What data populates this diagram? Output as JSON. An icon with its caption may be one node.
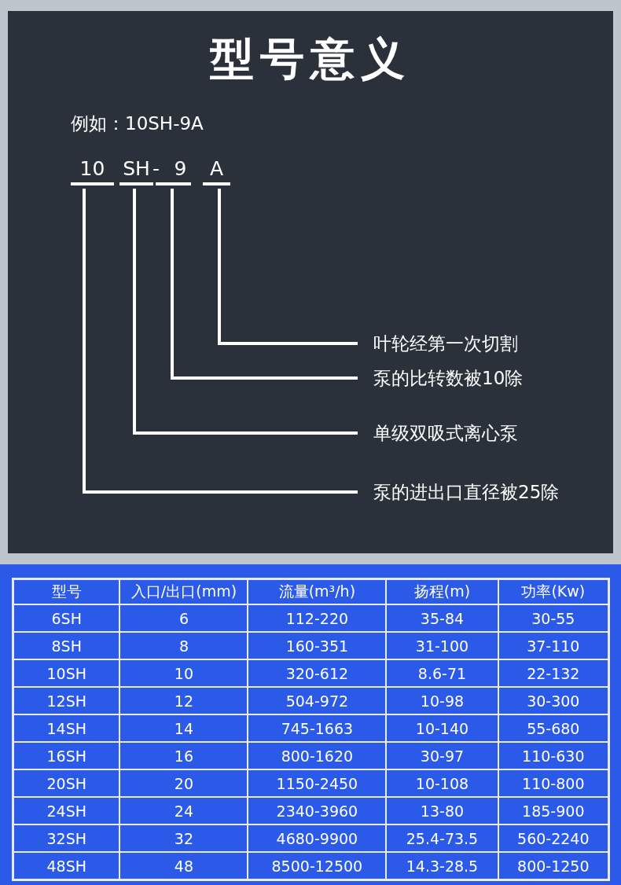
{
  "diagram": {
    "title": "型号意义",
    "nodes": [
      {
        "text": [
          "10"
        ]
      },
      {
        "text": [
          "SH"
        ]
      },
      {
        "text": [
          "9"
        ]
      },
      {
        "text": [
          "A"
        ]
      },
      {
        "text": [
          "叶轮经第一次切割"
        ]
      },
      {
        "text": [
          "泵的比转数被10除"
        ]
      },
      {
        "text": [
          "单级双吸式离心泵"
        ]
      },
      {
        "text": [
          "泵的进出口直径被25除"
        ]
      }
    ],
    "edges": [
      {
        "from": 3,
        "to": 4,
        "arrow": "none"
      },
      {
        "from": 2,
        "to": 5,
        "arrow": "none"
      },
      {
        "from": 1,
        "to": 6,
        "arrow": "none"
      },
      {
        "from": 0,
        "to": 7,
        "arrow": "none"
      }
    ],
    "labels": [
      "例如：10SH-9A",
      "-",
      "型号",
      "入口/出口(mm)",
      "流量(m³/h)",
      "扬程(m)",
      "功率(Kw)",
      "6SH",
      "6",
      "112-220",
      "35-84",
      "30-55",
      "8SH",
      "8",
      "160-351",
      "31-100",
      "37-110",
      "10SH",
      "10",
      "320-612",
      "8.6-71",
      "22-132",
      "12SH",
      "12",
      "504-972",
      "10-98",
      "30-300",
      "14SH",
      "14",
      "745-1663",
      "10-140",
      "55-680",
      "16SH",
      "16",
      "800-1620",
      "30-97",
      "110-630",
      "20SH",
      "20",
      "1150-2450",
      "10-108",
      "110-800",
      "24SH",
      "24",
      "2340-3960",
      "13-80",
      "185-900",
      "32SH",
      "32",
      "4680-9900",
      "25.4-73.5",
      "560-2240",
      "48SH",
      "48",
      "8500-12500",
      "14.3-28.5",
      "800-1250"
    ]
  }
}
